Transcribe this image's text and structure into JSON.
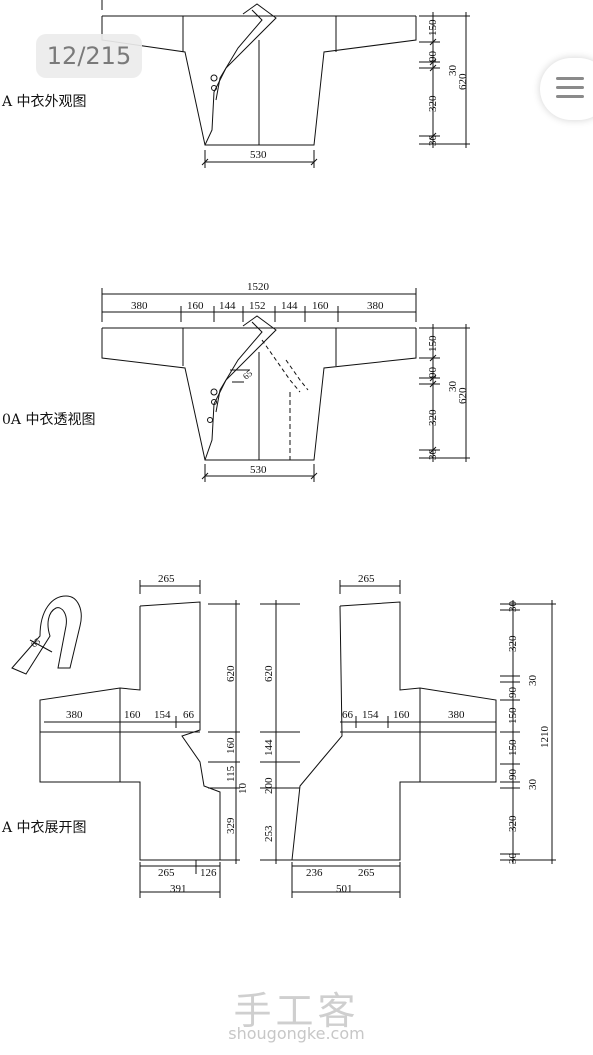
{
  "viewer": {
    "page_counter": "12/215"
  },
  "watermark": {
    "brand": "手工客",
    "url": "shougongke.com"
  },
  "diagrams": {
    "exterior": {
      "caption": "A 中衣外观图",
      "width_dim": "530",
      "vertical_dims": [
        "150",
        "90",
        "30",
        "320",
        "30",
        "620"
      ]
    },
    "transparent": {
      "caption": "0A 中衣透视图",
      "total_width": "1520",
      "segments": [
        "380",
        "160",
        "144",
        "152",
        "144",
        "160",
        "380"
      ],
      "width_dim": "530",
      "collar_label": "65",
      "vertical_dims": [
        "150",
        "90",
        "30",
        "320",
        "30",
        "620"
      ]
    },
    "unfolded": {
      "caption": "A 中衣展开图",
      "collar_label": "65",
      "left": {
        "top_dim": "265",
        "row_dims": [
          "380",
          "160",
          "154",
          "66"
        ],
        "right_dims": [
          "620",
          "160",
          "115",
          "10",
          "329"
        ],
        "bottom_dims": [
          "265",
          "126"
        ],
        "bottom_total": "391"
      },
      "right": {
        "top_dim": "265",
        "row_dims": [
          "66",
          "154",
          "160",
          "380"
        ],
        "left_dims": [
          "620",
          "144",
          "200",
          "253"
        ],
        "bottom_dims": [
          "236",
          "265"
        ],
        "bottom_total": "501"
      },
      "side_dims": [
        "30",
        "320",
        "30",
        "90",
        "150",
        "150",
        "90",
        "30",
        "320",
        "30",
        "1210"
      ]
    }
  }
}
